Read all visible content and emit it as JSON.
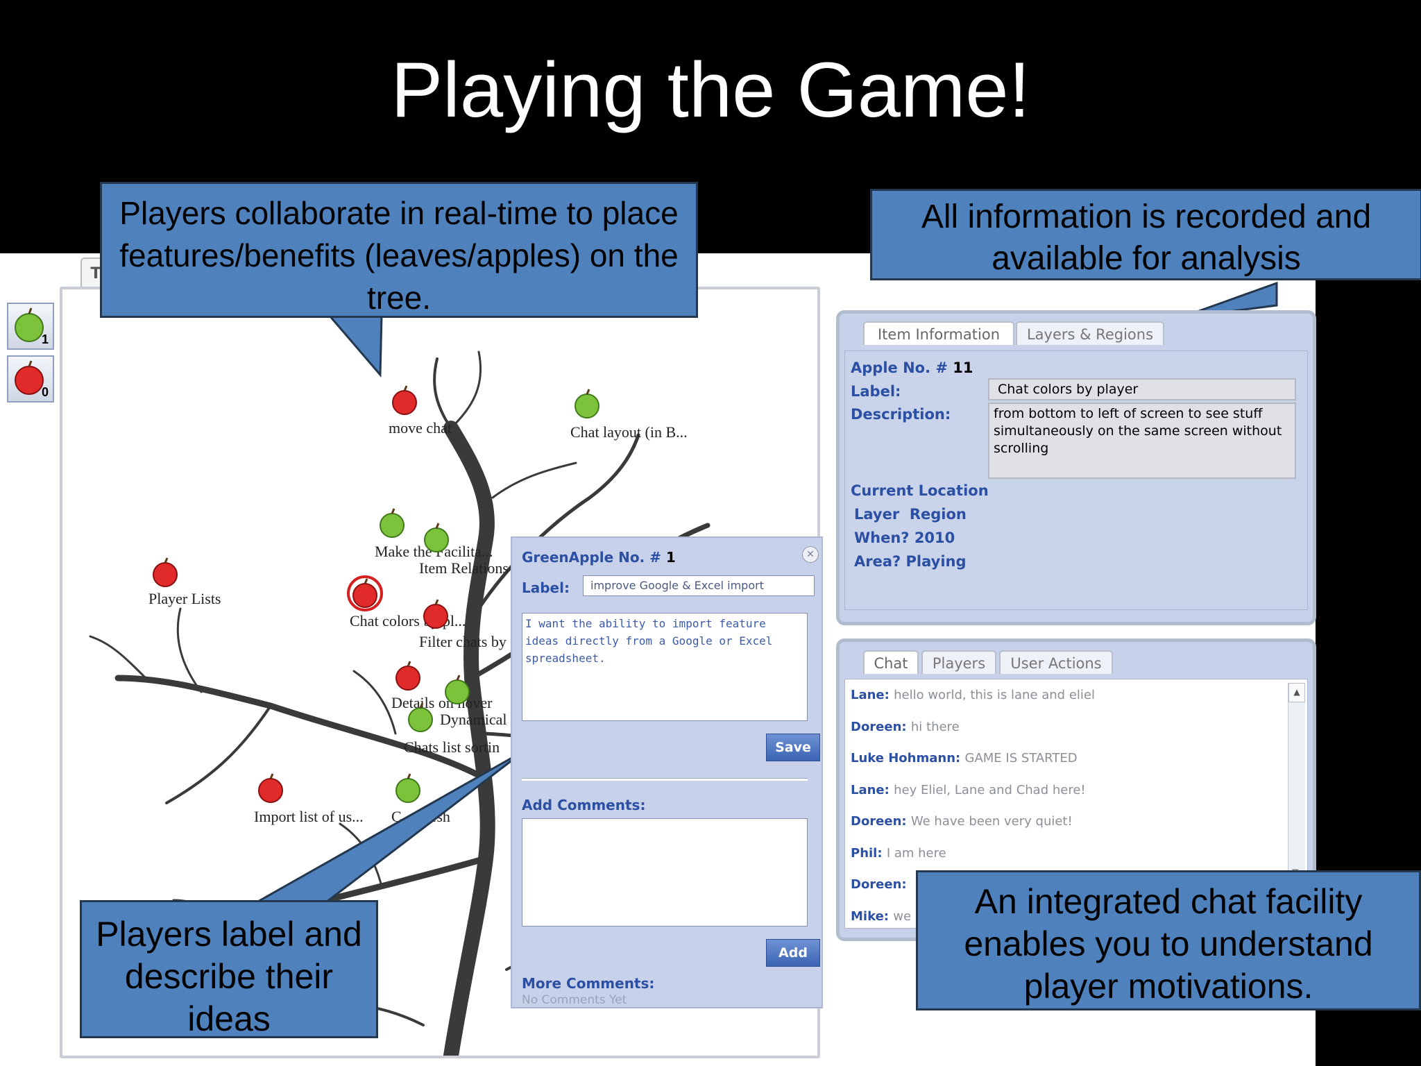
{
  "slide": {
    "title": "Playing the Game!"
  },
  "tree_tab": {
    "label": "T"
  },
  "side_buttons": [
    {
      "icon": "green-apple-icon",
      "count": "1"
    },
    {
      "icon": "red-apple-icon",
      "count": "0"
    }
  ],
  "apples": [
    {
      "color": "red",
      "label": "move chat"
    },
    {
      "color": "green",
      "label": "Chat layout (in B..."
    },
    {
      "color": "green",
      "label": "Make the Facilita..."
    },
    {
      "color": "green",
      "label": "Item Relations"
    },
    {
      "color": "red",
      "label": "Player Lists"
    },
    {
      "color": "red",
      "label": "Chat colors by pl..."
    },
    {
      "color": "red",
      "label": "Filter chats by"
    },
    {
      "color": "red",
      "label": "Details on hover"
    },
    {
      "color": "green",
      "label": "Dynamical"
    },
    {
      "color": "green",
      "label": "Chats list sortin"
    },
    {
      "color": "red",
      "label": "Import list of us..."
    },
    {
      "color": "green",
      "label": "C...efresh"
    }
  ],
  "dialog": {
    "title_prefix": "GreenApple No. #",
    "number": "1",
    "label_caption": "Label:",
    "label_value": "improve Google & Excel import",
    "description": "I want the ability to import feature ideas directly from a Google or Excel spreadsheet.",
    "save_button": "Save",
    "add_comments_caption": "Add Comments:",
    "add_button": "Add",
    "more_comments_caption": "More Comments:",
    "no_comments": "No Comments Yet"
  },
  "item_panel": {
    "tabs": [
      "Item Information",
      "Layers & Regions"
    ],
    "apple_no_prefix": "Apple No. #",
    "apple_no": "11",
    "label_caption": "Label:",
    "label_value": "Chat colors by player",
    "description_caption": "Description:",
    "description_value": "from bottom to left of screen to see stuff simultaneously on the same screen without scrolling",
    "current_location": "Current Location",
    "layer_region": "Layer  Region",
    "when_caption": "When?",
    "when_value": "2010",
    "area_caption": "Area?",
    "area_value": "Playing"
  },
  "chat_panel": {
    "tabs": [
      "Chat",
      "Players",
      "User Actions"
    ],
    "messages": [
      {
        "name": "Lane:",
        "text": "hello world, this is lane and eliel"
      },
      {
        "name": "Doreen:",
        "text": "hi there"
      },
      {
        "name": "Luke Hohmann:",
        "text": "GAME IS STARTED"
      },
      {
        "name": "Lane:",
        "text": "hey Eliel, Lane and Chad here!"
      },
      {
        "name": "Doreen:",
        "text": "We have been very quiet!"
      },
      {
        "name": "Phil:",
        "text": "I am here"
      },
      {
        "name": "Doreen:",
        "text": ""
      },
      {
        "name": "Mike:",
        "text": "we"
      }
    ]
  },
  "callouts": {
    "top_left": "Players collaborate in real-time to place features/benefits (leaves/apples) on the tree.",
    "top_right": "All information is recorded and available for analysis",
    "bottom_left": "Players label and describe their ideas",
    "bottom_right": "An integrated chat facility enables you to understand player motivations."
  },
  "colors": {
    "callout_fill": "#4f81bd",
    "panel_fill": "#c7d1ea",
    "label_blue": "#2b4fa3"
  }
}
